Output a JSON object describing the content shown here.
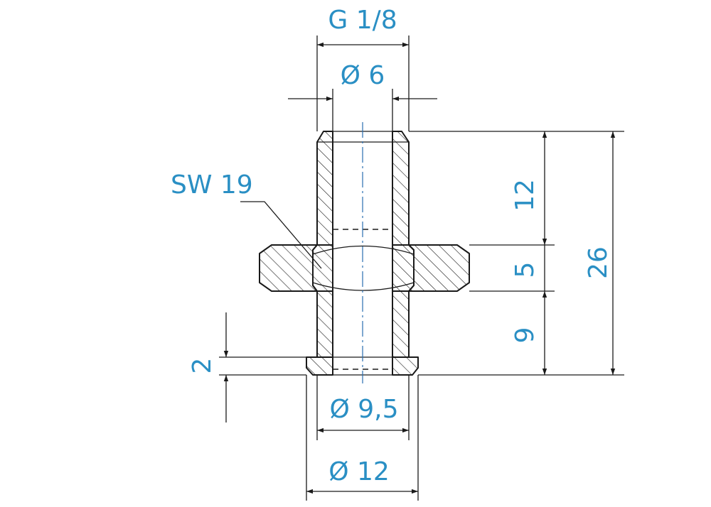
{
  "drawing": {
    "colors": {
      "dimension_text": "#2a8fc4",
      "lines": "#1a1a1a",
      "centerline": "#2a6fb0"
    },
    "labels": {
      "thread": "G 1/8",
      "bore": "Ø  6",
      "wrench_size": "SW 19",
      "height_top": "12",
      "height_nut": "5",
      "height_lower": "9",
      "height_total": "26",
      "flange_height": "2",
      "inner_diameter": "Ø 9,5",
      "outer_diameter": "Ø  12"
    }
  }
}
